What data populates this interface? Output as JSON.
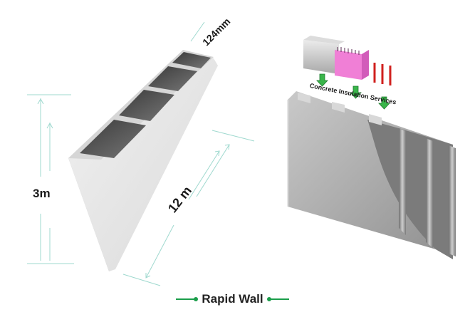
{
  "labels": {
    "height": "3m",
    "length": "12 m",
    "thickness": "124mm",
    "panel_text": "Concrete Insulation Services"
  },
  "caption": {
    "text": "Rapid Wall"
  },
  "colors": {
    "accent": "#1b9e4b",
    "dimension_lines": "#9fd9cf",
    "arrow_green": "#39b54a",
    "heater_pink": "#f07fd6",
    "heat_red": "#d0201e"
  },
  "icons": [
    "down-arrow-icon",
    "heater-icon"
  ]
}
